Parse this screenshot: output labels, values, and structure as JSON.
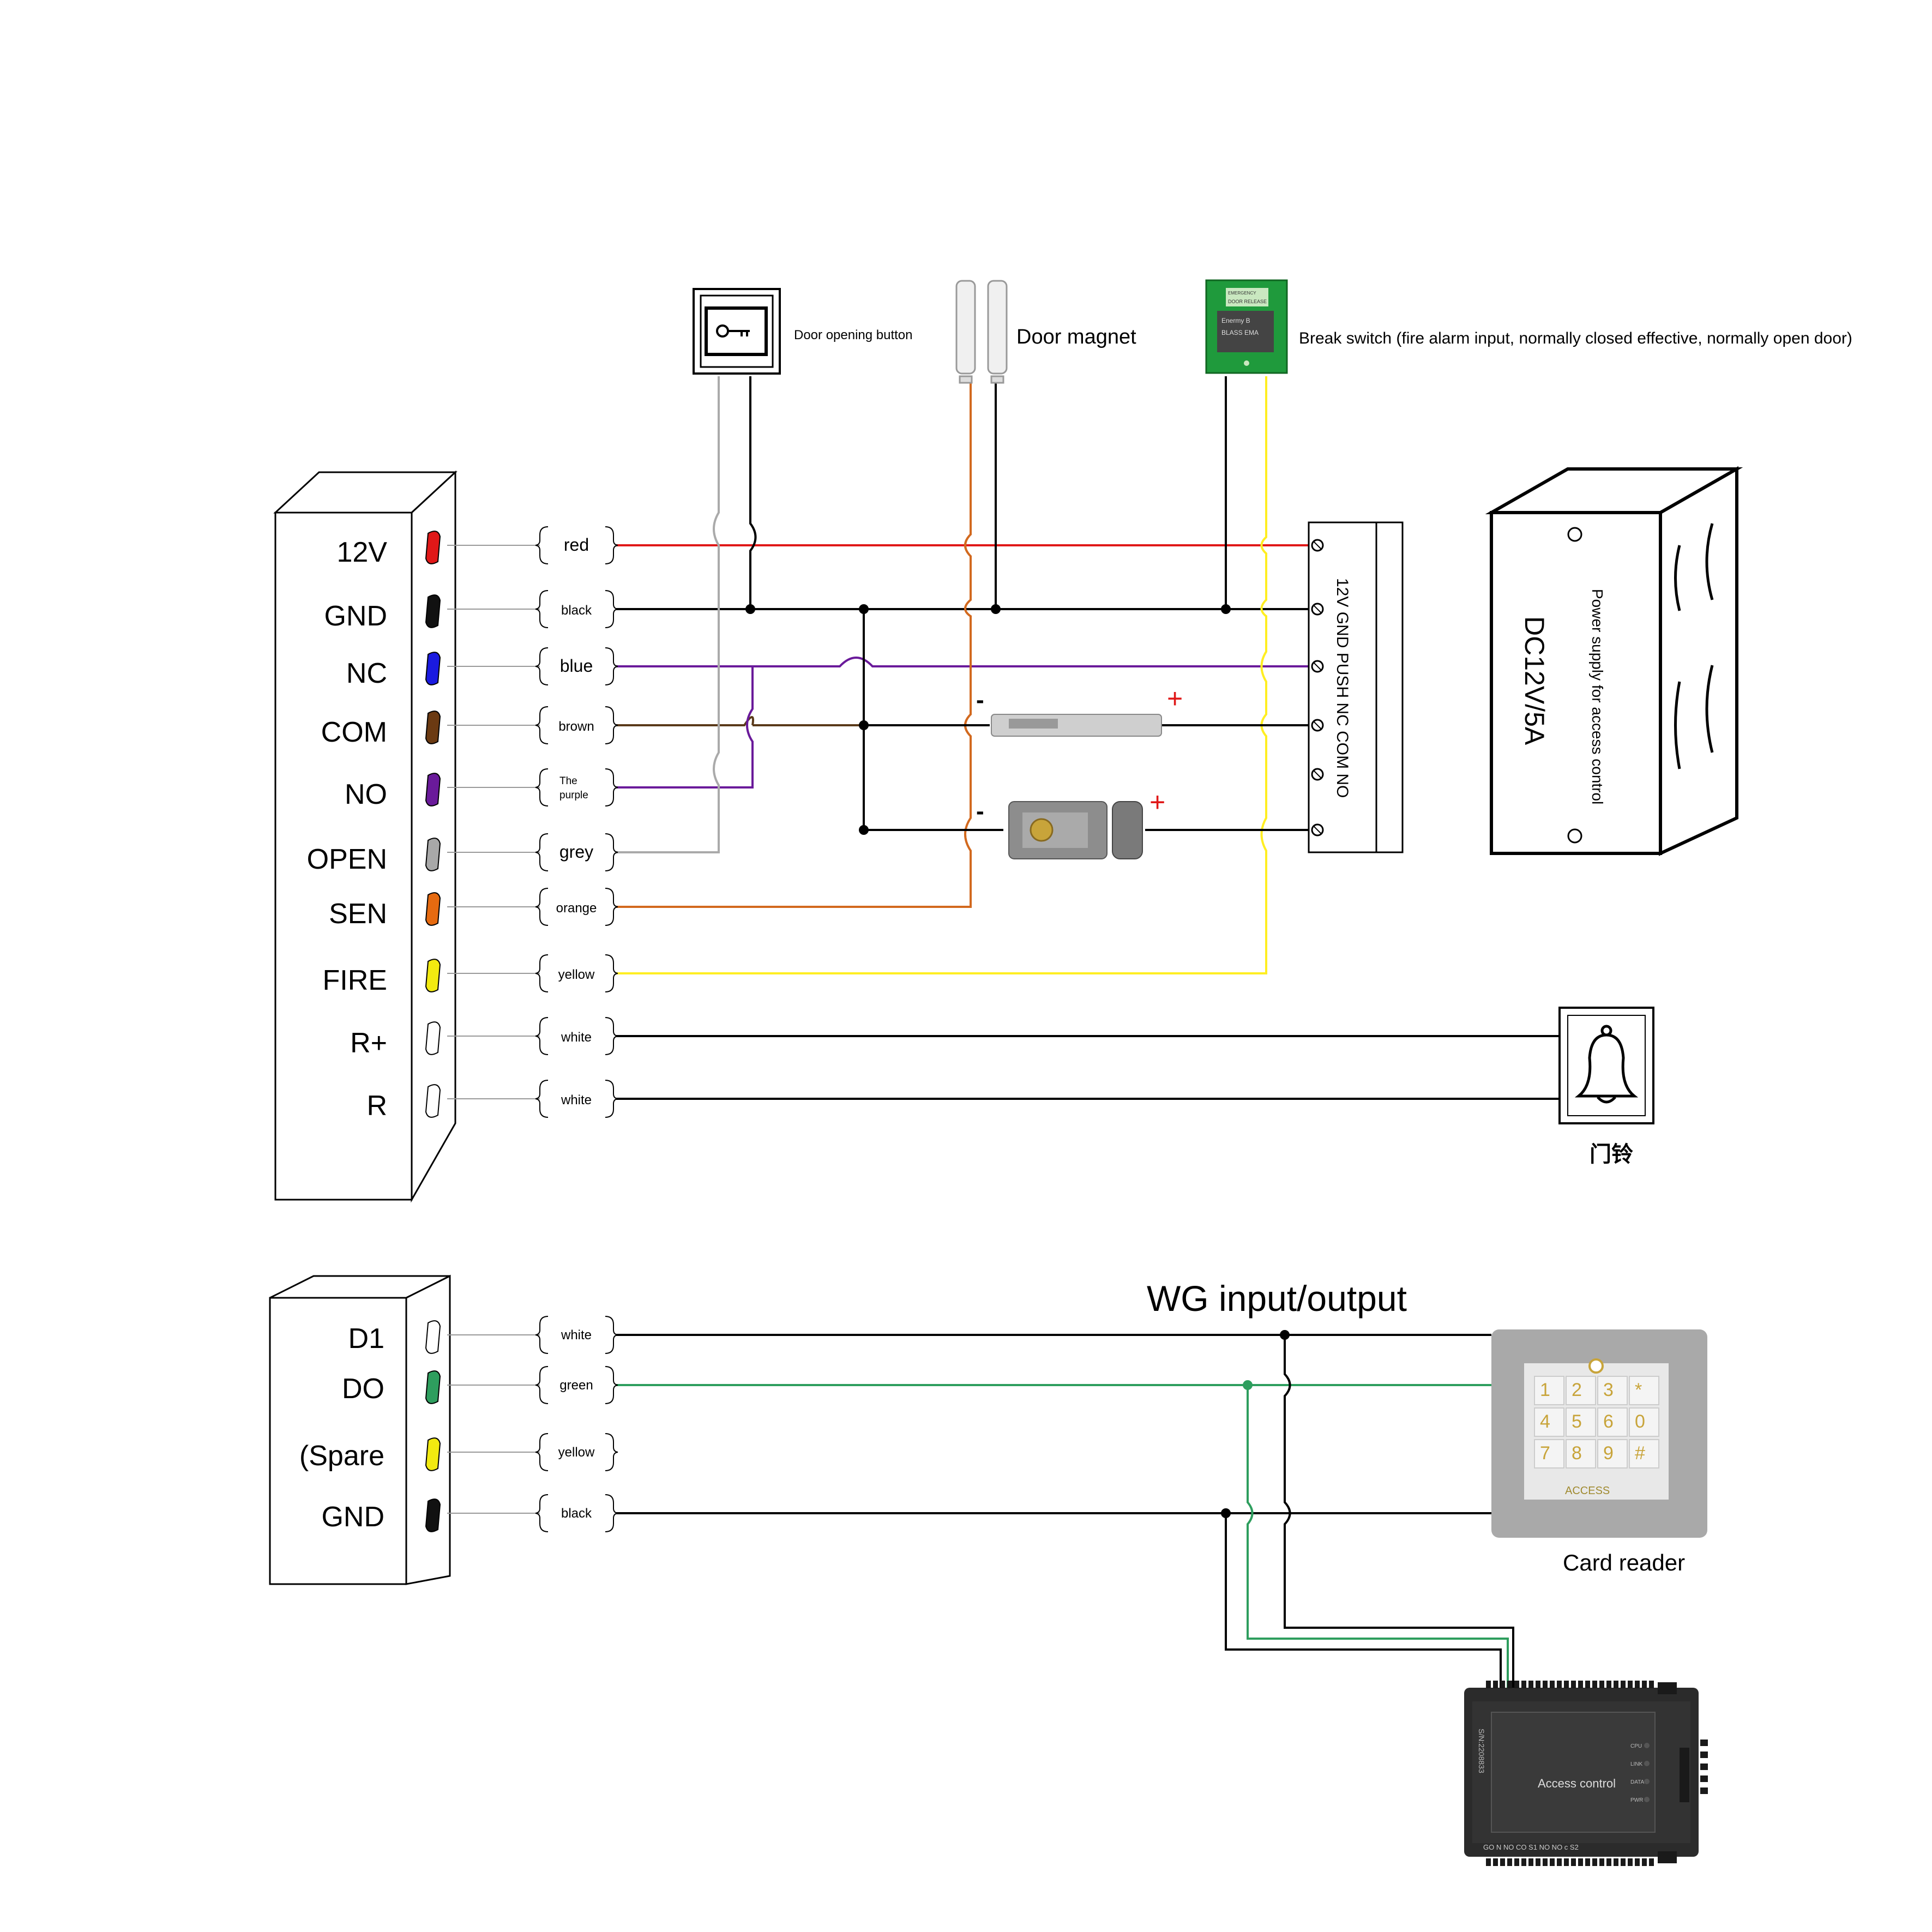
{
  "top_devices": {
    "door_button": "Door opening button",
    "door_magnet": "Door magnet",
    "break_switch": "Break switch (fire alarm input, normally closed effective, normally open door)",
    "break_switch_panel": {
      "line1": "EMERGENCY",
      "line2": "DOOR RELEASE",
      "line3": "Enermy B",
      "line4": "BLASS EMA"
    }
  },
  "main_controller": {
    "terminals": [
      {
        "label": "12V",
        "color": "#e01818",
        "wire": "red"
      },
      {
        "label": "GND",
        "color": "#111111",
        "wire": "black"
      },
      {
        "label": "NC",
        "color": "#1a1ae0",
        "wire": "blue"
      },
      {
        "label": "COM",
        "color": "#6b3a12",
        "wire": "brown"
      },
      {
        "label": "NO",
        "color": "#6a1a9a",
        "wire": "The purple"
      },
      {
        "label": "OPEN",
        "color": "#a8a8a8",
        "wire": "grey"
      },
      {
        "label": "SEN",
        "color": "#e66a10",
        "wire": "orange"
      },
      {
        "label": "FIRE",
        "color": "#f2ea10",
        "wire": "yellow"
      },
      {
        "label": "R+",
        "color": "#ffffff",
        "wire": "white"
      },
      {
        "label": "R",
        "color": "#ffffff",
        "wire": "white"
      }
    ]
  },
  "power_terminal_strip": "12V GND PUSH NC COM NO",
  "polarity": {
    "minus": "-",
    "plus": "+"
  },
  "power_supply": {
    "title": "Power supply for access control",
    "rating": "DC12V/5A"
  },
  "doorbell_label": "门铃",
  "wg_section": {
    "title": "WG input/output",
    "terminals": [
      {
        "label": "D1",
        "color": "#ffffff",
        "wire": "white"
      },
      {
        "label": "DO",
        "color": "#2e9e5e",
        "wire": "green"
      },
      {
        "label": "(Spare",
        "color": "#f2ea10",
        "wire": "yellow"
      },
      {
        "label": "GND",
        "color": "#111111",
        "wire": "black"
      }
    ]
  },
  "card_reader": {
    "label": "Card reader",
    "keys": [
      "1",
      "2",
      "3",
      "*",
      "4",
      "5",
      "6",
      "0",
      "7",
      "8",
      "9",
      "#"
    ],
    "access_label": "ACCESS"
  },
  "access_board": {
    "label": "Access control",
    "serial": "S/N:2208833",
    "bottom_terminals": "GO N NO CO S1 NO NO c S2",
    "leds": [
      "CPU",
      "LINK",
      "DATA",
      "PWR"
    ]
  },
  "wire_colors": {
    "red": "#e01818",
    "black": "#000000",
    "purple": "#6a1a9a",
    "brown": "#5a3a1a",
    "grey": "#aaaaaa",
    "orange": "#d2691e",
    "yellow": "#ffee22",
    "green": "#2e9e5e"
  }
}
